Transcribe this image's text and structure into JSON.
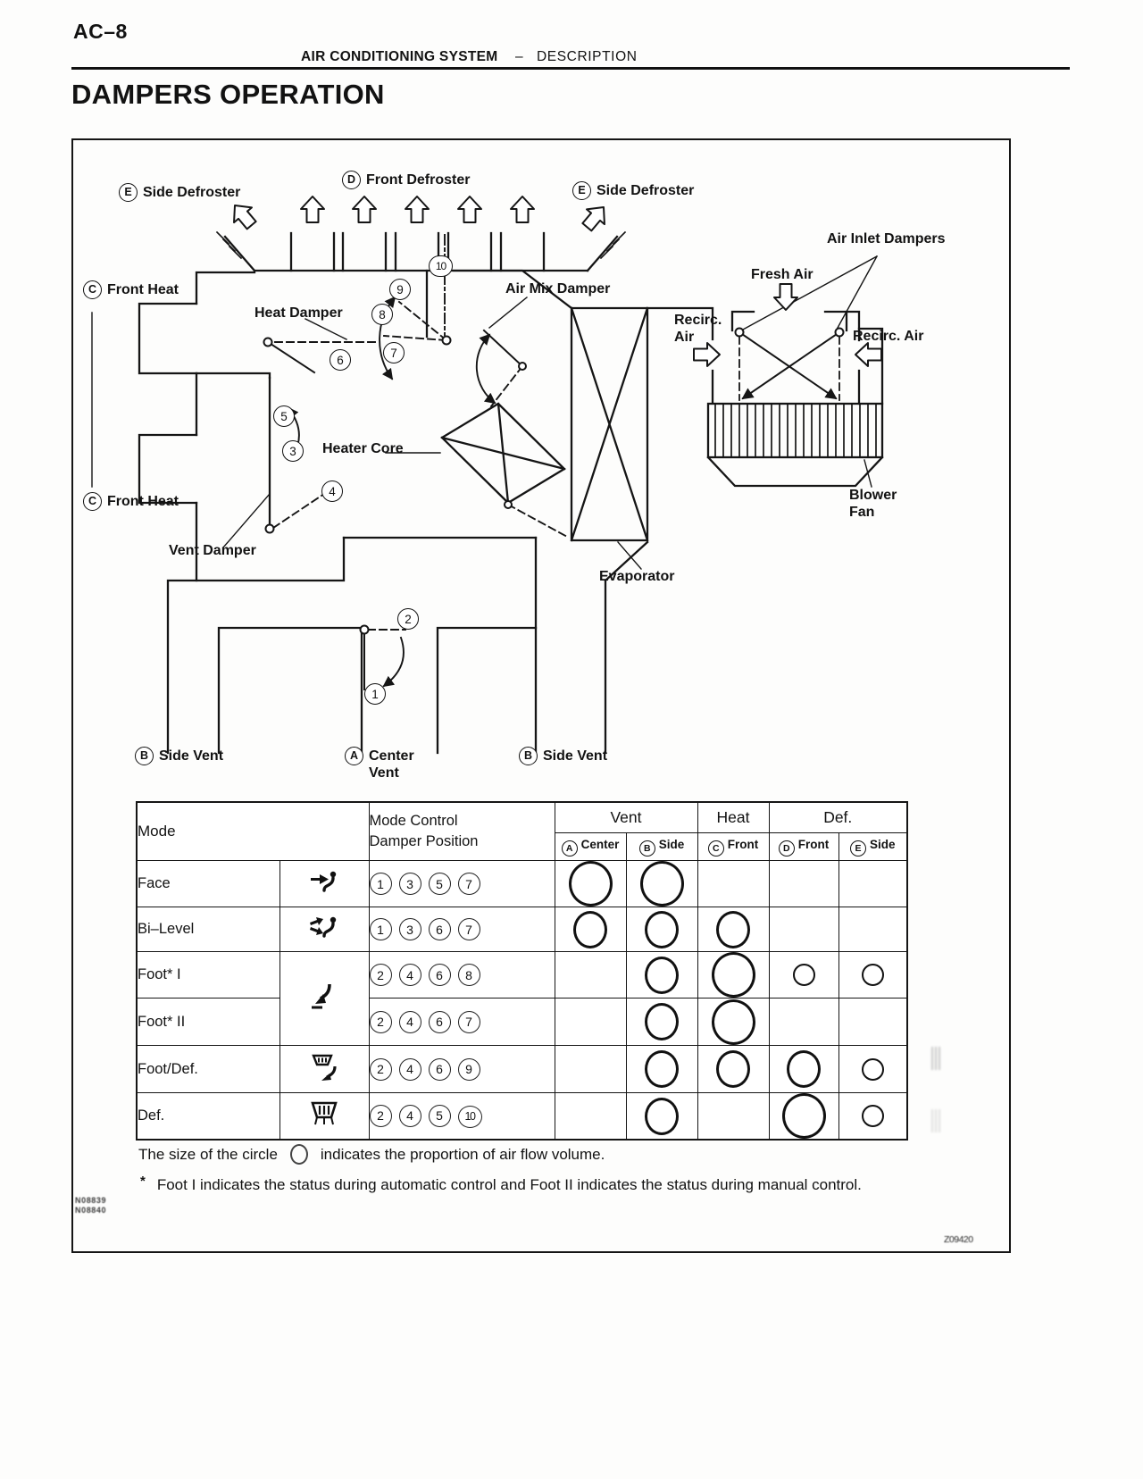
{
  "header": {
    "page_number": "AC–8",
    "section": "AIR CONDITIONING SYSTEM",
    "dash": "–",
    "subsection": "DESCRIPTION"
  },
  "title": "DAMPERS OPERATION",
  "diagram": {
    "labels": {
      "side_defroster_left": {
        "badge": "E",
        "text": "Side Defroster"
      },
      "front_defroster": {
        "badge": "D",
        "text": "Front Defroster"
      },
      "side_defroster_right": {
        "badge": "E",
        "text": "Side Defroster"
      },
      "air_inlet_dampers": "Air Inlet Dampers",
      "fresh_air": "Fresh Air",
      "front_heat_upper": {
        "badge": "C",
        "text": "Front Heat"
      },
      "heat_damper": "Heat Damper",
      "air_mix_damper": "Air Mix Damper",
      "recirc_air_left_line1": "Recirc.",
      "recirc_air_left_line2": "Air",
      "recirc_air_right": "Recirc. Air",
      "heater_core": "Heater Core",
      "front_heat_lower": {
        "badge": "C",
        "text": "Front Heat"
      },
      "blower_fan_line1": "Blower",
      "blower_fan_line2": "Fan",
      "vent_damper": "Vent Damper",
      "evaporator": "Evaporator",
      "side_vent_left": {
        "badge": "B",
        "text": "Side Vent"
      },
      "center_vent": {
        "badge": "A",
        "text_line1": "Center",
        "text_line2": "Vent"
      },
      "side_vent_right": {
        "badge": "B",
        "text": "Side Vent"
      }
    },
    "circled_numbers": [
      "1",
      "2",
      "3",
      "4",
      "5",
      "6",
      "7",
      "8",
      "9",
      "10"
    ]
  },
  "table": {
    "header": {
      "mode": "Mode",
      "damper_position_line1": "Mode Control",
      "damper_position_line2": "Damper Position",
      "vent": "Vent",
      "heat": "Heat",
      "def": "Def.",
      "cols": [
        {
          "badge": "A",
          "label": "Center"
        },
        {
          "badge": "B",
          "label": "Side"
        },
        {
          "badge": "C",
          "label": "Front"
        },
        {
          "badge": "D",
          "label": "Front"
        },
        {
          "badge": "E",
          "label": "Side"
        }
      ]
    },
    "rows": [
      {
        "mode": "Face",
        "icon": "face-mode-icon",
        "positions": [
          "1",
          "3",
          "5",
          "7"
        ],
        "circles": {
          "a": "large",
          "b": "large",
          "c": "",
          "d": "",
          "e": ""
        }
      },
      {
        "mode": "Bi–Level",
        "icon": "bilevel-mode-icon",
        "positions": [
          "1",
          "3",
          "6",
          "7"
        ],
        "circles": {
          "a": "medium",
          "b": "medium",
          "c": "medium",
          "d": "",
          "e": ""
        }
      },
      {
        "mode": "Foot* I",
        "icon": "foot-mode-icon",
        "positions": [
          "2",
          "4",
          "6",
          "8"
        ],
        "circles": {
          "a": "",
          "b": "medium",
          "c": "large",
          "d": "small",
          "e": "small"
        }
      },
      {
        "mode": "Foot* II",
        "icon": "",
        "positions": [
          "2",
          "4",
          "6",
          "7"
        ],
        "circles": {
          "a": "",
          "b": "medium",
          "c": "large",
          "d": "",
          "e": ""
        }
      },
      {
        "mode": "Foot/Def.",
        "icon": "footdef-mode-icon",
        "positions": [
          "2",
          "4",
          "6",
          "9"
        ],
        "circles": {
          "a": "",
          "b": "medium",
          "c": "medium",
          "d": "medium",
          "e": "small"
        }
      },
      {
        "mode": "Def.",
        "icon": "def-mode-icon",
        "positions": [
          "2",
          "4",
          "5",
          "10"
        ],
        "circles": {
          "a": "",
          "b": "medium",
          "c": "",
          "d": "large",
          "e": "small"
        }
      }
    ]
  },
  "notes": {
    "size_note_prefix": "The size of the circle",
    "size_note_suffix": "indicates the proportion of air flow volume.",
    "footnote_marker": "*",
    "footnote_text": "Foot I indicates the status during automatic control and Foot II indicates the status during manual control."
  },
  "codes": {
    "left_line1": "N08839",
    "left_line2": "N08840",
    "right": "Z09420"
  }
}
